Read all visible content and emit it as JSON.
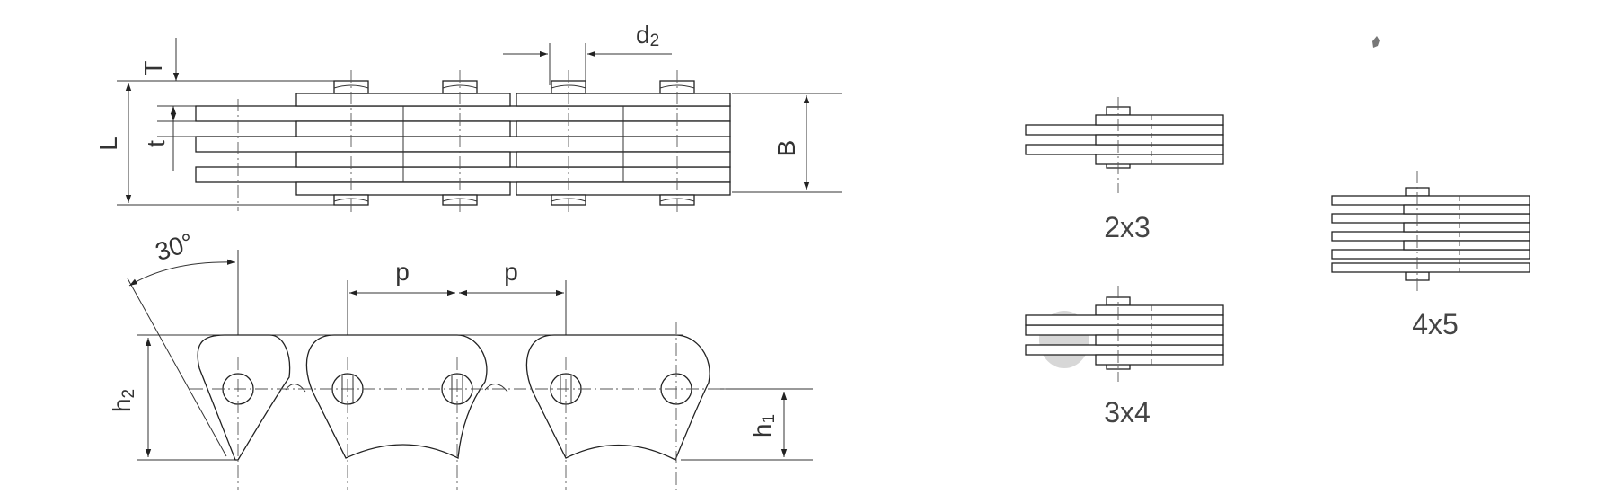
{
  "labels": {
    "T": "T",
    "L": "L",
    "t": "t",
    "d_main": "d",
    "d_sub": "2",
    "B": "B",
    "angle": "30°",
    "p_left": "p",
    "p_right": "p",
    "h2_main": "h",
    "h2_sub": "2",
    "h1_main": "h",
    "h1_sub": "1"
  },
  "variants": [
    {
      "name": "2x3"
    },
    {
      "name": "3x4"
    },
    {
      "name": "4x5"
    }
  ],
  "colors": {
    "line": "#222222",
    "text": "#333333",
    "background": "#ffffff"
  }
}
